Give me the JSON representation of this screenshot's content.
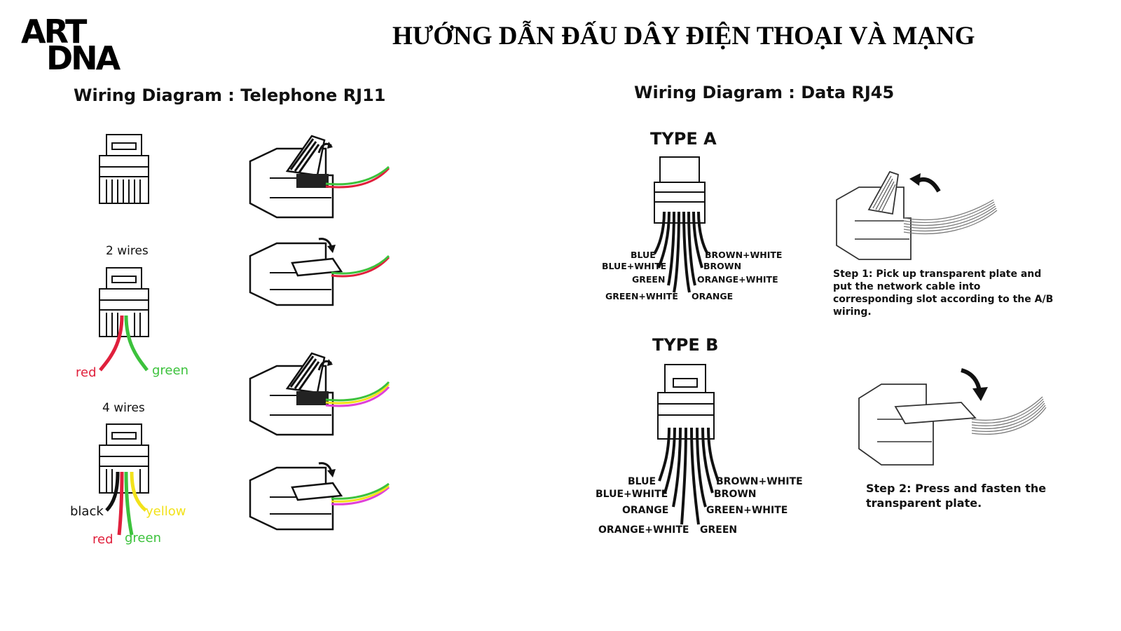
{
  "logo": {
    "line1": "ART",
    "line2": "DNA"
  },
  "title": "HƯỚNG DẪN ĐẤU DÂY ĐIỆN THOẠI VÀ MẠNG",
  "rj11": {
    "heading": "Wiring Diagram : Telephone RJ11",
    "two_wires": {
      "label": "2 wires",
      "wires": [
        "red",
        "green"
      ]
    },
    "four_wires": {
      "label": "4 wires",
      "wires": [
        "black",
        "yellow",
        "red",
        "green"
      ]
    }
  },
  "rj45": {
    "heading": "Wiring Diagram : Data RJ45",
    "type_a": {
      "label": "TYPE A",
      "left": [
        "BLUE",
        "BLUE+WHITE",
        "GREEN",
        "GREEN+WHITE"
      ],
      "right": [
        "BROWN+WHITE",
        "BROWN",
        "ORANGE+WHITE",
        "ORANGE"
      ]
    },
    "type_b": {
      "label": "TYPE B",
      "left": [
        "BLUE",
        "BLUE+WHITE",
        "ORANGE",
        "ORANGE+WHITE"
      ],
      "right": [
        "BROWN+WHITE",
        "BROWN",
        "GREEN+WHITE",
        "GREEN"
      ]
    },
    "step1": "Step 1: Pick up transparent plate and put the network cable into corresponding slot according to the A/B wiring.",
    "step2": "Step 2: Press and fasten the transparent plate."
  },
  "colors": {
    "red": "#e0203c",
    "green": "#3cc23c",
    "yellow": "#f2e21a",
    "magenta": "#e040d8",
    "black": "#111111"
  }
}
